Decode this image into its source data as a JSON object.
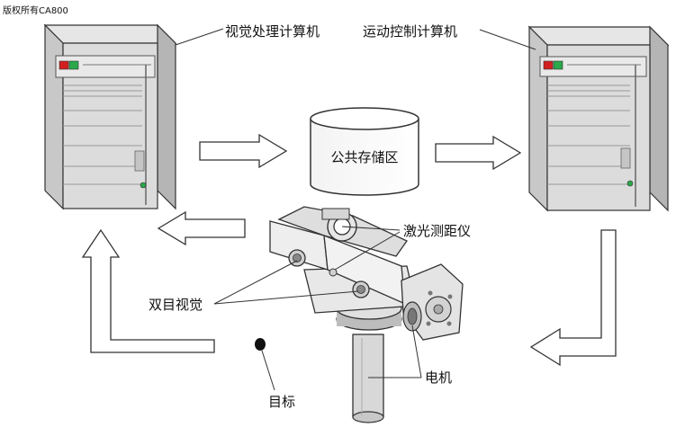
{
  "copyright": "版权所有CA800",
  "labels": {
    "vision_computer": "视觉处理计算机",
    "motion_computer": "运动控制计算机",
    "shared_storage": "公共存储区",
    "laser_rangefinder": "激光测距仪",
    "stereo_vision": "双目视觉",
    "target": "目标",
    "motor": "电机"
  },
  "colors": {
    "outline": "#333333",
    "server_front": "#d9d9d9",
    "server_side": "#b8b8b8",
    "led_red": "#d22020",
    "led_green": "#2aa84a",
    "arrow_fill": "#ffffff"
  },
  "icons": {
    "left_server": "tower-server-icon",
    "right_server": "tower-server-icon",
    "storage": "database-cylinder-icon",
    "device": "pan-tilt-stereo-head-icon",
    "target": "target-dot-icon"
  }
}
